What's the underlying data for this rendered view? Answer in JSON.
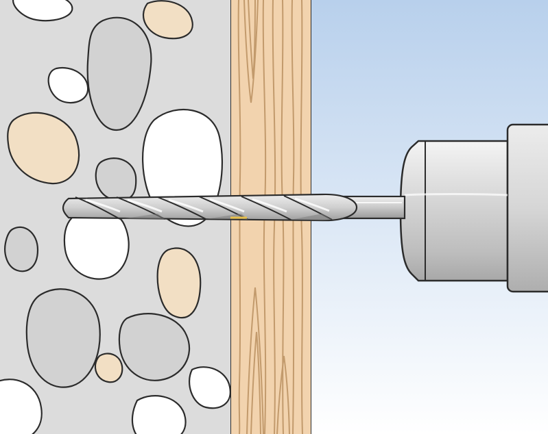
{
  "diagram": {
    "layers": [
      {
        "name": "concrete-wall",
        "fill": "#dddddd"
      },
      {
        "name": "wood-panel",
        "fill": "#f2d3ae"
      },
      {
        "name": "air-gap-background",
        "fill": "#c3d7ee"
      }
    ],
    "aggregate_colors": {
      "white": "#ffffff",
      "gray": "#d2d2d2",
      "tan": "#f2dfc4"
    },
    "wood_grain_color": "#c9a47a",
    "outline_color": "#2b2b2b",
    "drill": {
      "chuck_colors": [
        "#bcbcbc",
        "#dadada",
        "#f0f0f0"
      ],
      "bit_colors": [
        "#b0b0b0",
        "#e0e0e0",
        "#9a9a9a"
      ]
    }
  }
}
